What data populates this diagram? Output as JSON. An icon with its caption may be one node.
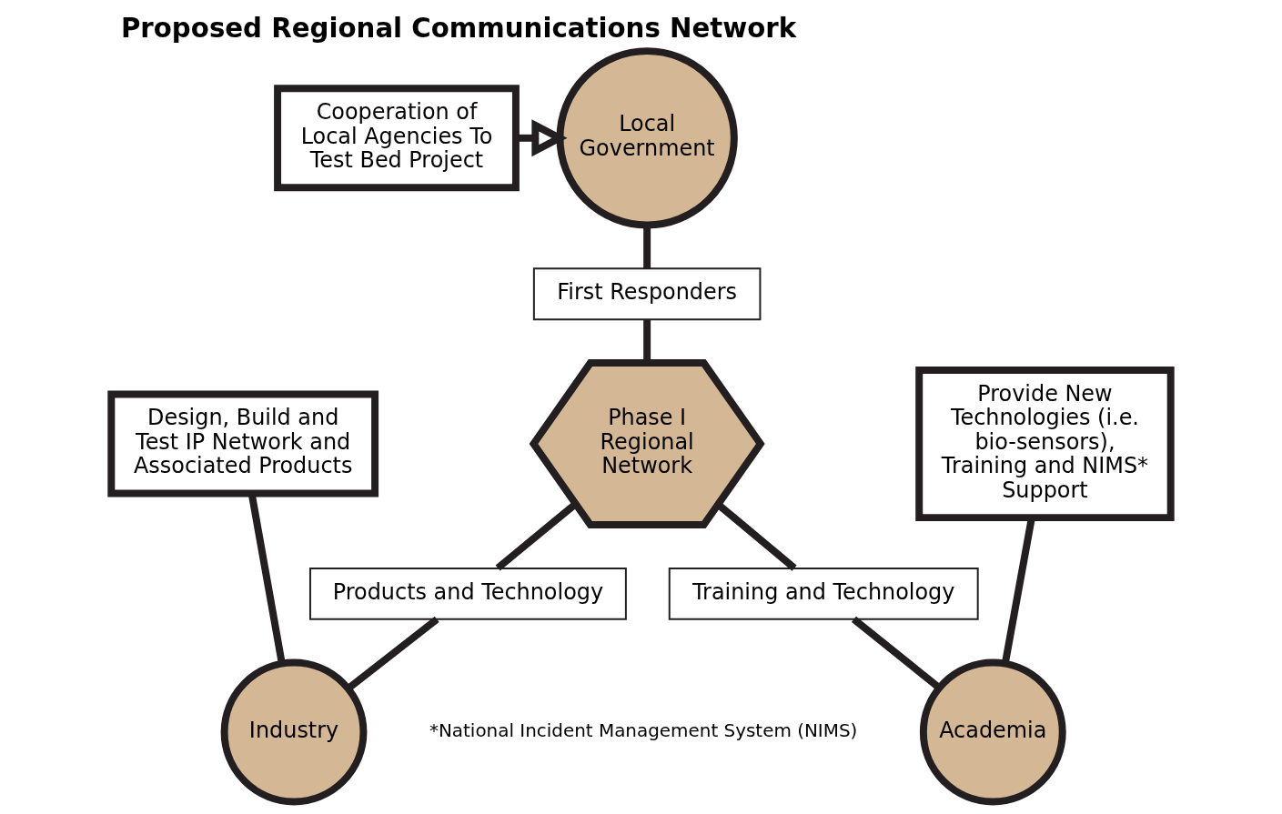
{
  "diagram": {
    "title": "Proposed Regional Communications Network",
    "caption": "*National Incident Management System (NIMS)",
    "nodes": [
      {
        "text": [
          "Local Government"
        ]
      },
      {
        "text": [
          "Cooperation of Local Agencies To Test Bed Project"
        ]
      },
      {
        "text": [
          "First Responders"
        ]
      },
      {
        "text": [
          "Phase I Regional Network"
        ]
      },
      {
        "text": [
          "Design, Build and Test IP Network and Associated Products"
        ]
      },
      {
        "text": [
          "Products and Technology"
        ]
      },
      {
        "text": [
          "Provide New Technologies (i.e. bio-sensors), Training and NIMS* Support"
        ]
      },
      {
        "text": [
          "Training and Technology"
        ]
      },
      {
        "text": [
          "Industry"
        ]
      },
      {
        "text": [
          "Academia"
        ]
      }
    ],
    "edges": [
      {
        "from": 1,
        "to": 0,
        "arrow": "to"
      },
      {
        "from": 0,
        "to": 2,
        "arrow": "none"
      },
      {
        "from": 2,
        "to": 3,
        "arrow": "none"
      },
      {
        "from": 3,
        "to": 5,
        "arrow": "none"
      },
      {
        "from": 5,
        "to": 8,
        "arrow": "none"
      },
      {
        "from": 4,
        "to": 8,
        "arrow": "none"
      },
      {
        "from": 3,
        "to": 7,
        "arrow": "none"
      },
      {
        "from": 7,
        "to": 9,
        "arrow": "none"
      },
      {
        "from": 6,
        "to": 9,
        "arrow": "none"
      }
    ]
  }
}
